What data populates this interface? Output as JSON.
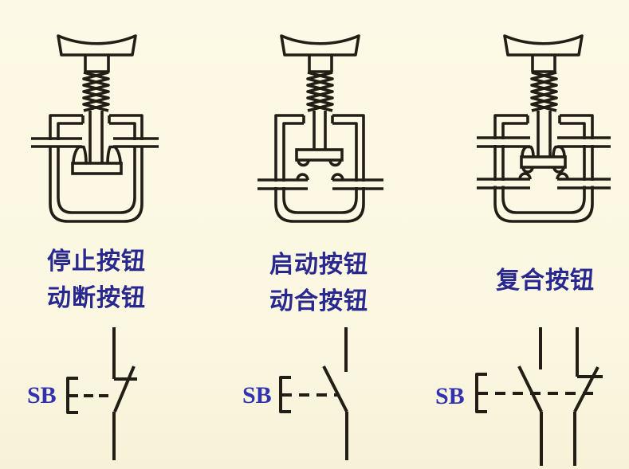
{
  "page": {
    "background_color": "#fbf7e2",
    "ink_color": "#221e16",
    "caption_color": "#28288f",
    "symbol_label_color": "#3232b0"
  },
  "columns": [
    {
      "caption_line1": "停止按钮",
      "caption_line2": "动断按钮",
      "symbol_label": "SB",
      "cutaway_icon": "stop-pushbutton-cutaway-icon",
      "symbol_icon": "normally-closed-contact-symbol-icon"
    },
    {
      "caption_line1": "启动按钮",
      "caption_line2": "动合按钮",
      "symbol_label": "SB",
      "cutaway_icon": "start-pushbutton-cutaway-icon",
      "symbol_icon": "normally-open-contact-symbol-icon"
    },
    {
      "caption_line1": "复合按钮",
      "symbol_label": "SB",
      "cutaway_icon": "compound-pushbutton-cutaway-icon",
      "symbol_icon": "compound-contact-symbol-icon"
    }
  ]
}
